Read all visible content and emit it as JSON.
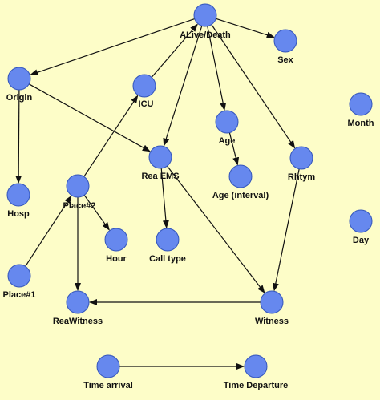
{
  "nodes": [
    {
      "id": "alive_death",
      "label": "ALive/Death"
    },
    {
      "id": "sex",
      "label": "Sex"
    },
    {
      "id": "origin",
      "label": "Origin"
    },
    {
      "id": "icu",
      "label": "ICU"
    },
    {
      "id": "age",
      "label": "Age"
    },
    {
      "id": "month",
      "label": "Month"
    },
    {
      "id": "rea_ems",
      "label": "Rea EMS"
    },
    {
      "id": "age_interval",
      "label": "Age (interval)"
    },
    {
      "id": "rhtym",
      "label": "Rhtym"
    },
    {
      "id": "hosp",
      "label": "Hosp"
    },
    {
      "id": "place2",
      "label": "Place#2"
    },
    {
      "id": "hour",
      "label": "Hour"
    },
    {
      "id": "call_type",
      "label": "Call type"
    },
    {
      "id": "day",
      "label": "Day"
    },
    {
      "id": "place1",
      "label": "Place#1"
    },
    {
      "id": "rea_witness",
      "label": "ReaWitness"
    },
    {
      "id": "witness",
      "label": "Witness"
    },
    {
      "id": "time_arrival",
      "label": "Time arrival"
    },
    {
      "id": "time_departure",
      "label": "Time Departure"
    }
  ],
  "edges": [
    {
      "from": "alive_death",
      "to": "origin"
    },
    {
      "from": "alive_death",
      "to": "sex"
    },
    {
      "from": "alive_death",
      "to": "rea_ems"
    },
    {
      "from": "alive_death",
      "to": "age"
    },
    {
      "from": "alive_death",
      "to": "rhtym"
    },
    {
      "from": "icu",
      "to": "alive_death"
    },
    {
      "from": "origin",
      "to": "hosp"
    },
    {
      "from": "origin",
      "to": "rea_ems"
    },
    {
      "from": "age",
      "to": "age_interval"
    },
    {
      "from": "rea_ems",
      "to": "call_type"
    },
    {
      "from": "rea_ems",
      "to": "witness"
    },
    {
      "from": "rhtym",
      "to": "witness"
    },
    {
      "from": "place2",
      "to": "icu"
    },
    {
      "from": "place2",
      "to": "hour"
    },
    {
      "from": "place2",
      "to": "rea_witness"
    },
    {
      "from": "place1",
      "to": "place2"
    },
    {
      "from": "witness",
      "to": "rea_witness"
    },
    {
      "from": "time_arrival",
      "to": "time_departure"
    }
  ],
  "colors": {
    "background": "#fdfdc8",
    "node_fill": "#6688ee",
    "node_stroke": "#3355bb",
    "edge": "#111111",
    "label": "#111111"
  }
}
